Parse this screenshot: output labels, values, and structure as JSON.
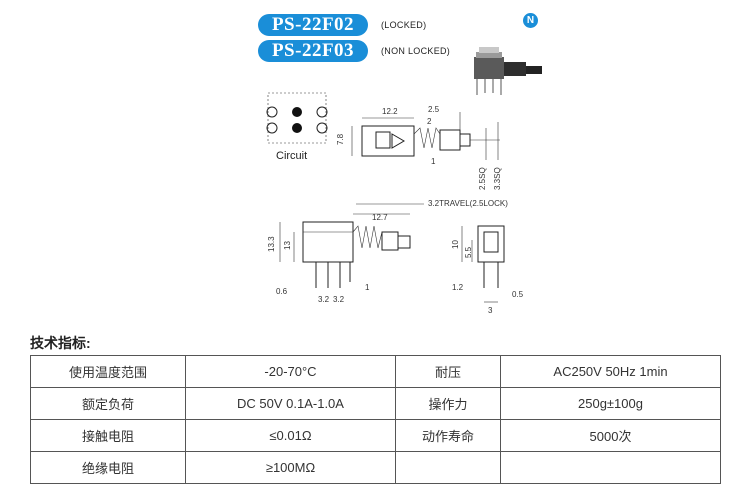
{
  "header": {
    "models": [
      {
        "code": "PS-22F02",
        "note": "(LOCKED)"
      },
      {
        "code": "PS-22F03",
        "note": "(NON LOCKED)"
      }
    ],
    "brand_mark": "N",
    "brand_color": "#1a8ed8"
  },
  "drawing": {
    "circuit_label": "Circuit",
    "dims": {
      "top_width": "12.2",
      "top_height": "7.8",
      "top_r1": "2.5",
      "top_r2": "2",
      "top_r3": "1",
      "top_sq1": "2.5SQ",
      "top_sq2": "3.3SQ",
      "travel": "3.2TRAVEL(2.5LOCK)",
      "side_width": "12.7",
      "side_h1": "13.3",
      "side_h2": "13",
      "side_pin": "0.6",
      "side_pitch1": "3.2",
      "side_pitch2": "3.2",
      "side_r": "1",
      "end_h1": "10",
      "end_h2": "5.5",
      "end_w1": "1.2",
      "end_w2": "0.5",
      "end_w3": "3"
    }
  },
  "specs": {
    "title": "技术指标:",
    "rows": [
      {
        "k1": "使用温度范围",
        "v1": "-20-70°C",
        "k2": "耐压",
        "v2": "AC250V 50Hz 1min"
      },
      {
        "k1": "额定负荷",
        "v1": "DC 50V 0.1A-1.0A",
        "k2": "操作力",
        "v2": "250g±100g"
      },
      {
        "k1": "接触电阻",
        "v1": "≤0.01Ω",
        "k2": "动作寿命",
        "v2": "5000次"
      },
      {
        "k1": "绝缘电阻",
        "v1": "≥100MΩ",
        "k2": "",
        "v2": ""
      }
    ]
  }
}
